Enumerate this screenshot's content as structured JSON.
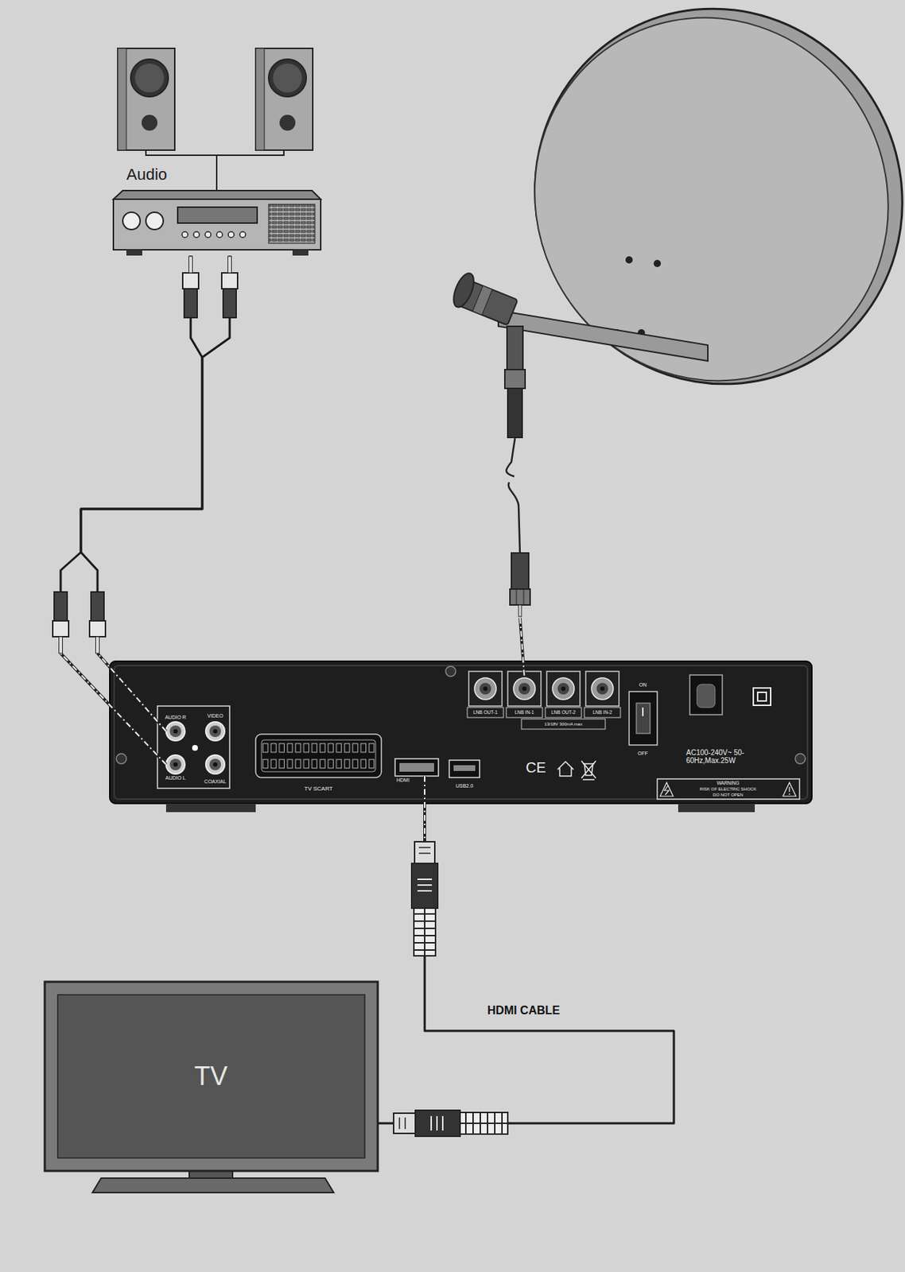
{
  "diagram": {
    "nodes": [
      {
        "text": [
          "Audio"
        ]
      },
      {
        "text": [
          "AC100-240V~ 50-60Hz,Max.25W"
        ]
      },
      {
        "text": [
          "AUDIO R"
        ],
        "in": 1
      },
      {
        "text": [
          "AUDIO L"
        ],
        "in": 1
      },
      {
        "text": [
          "HDMI"
        ],
        "in": 1
      },
      {
        "text": [
          "TV"
        ]
      }
    ],
    "edges": [
      {
        "from": 2,
        "to": 0,
        "arrow": "none"
      },
      {
        "from": 3,
        "to": 0,
        "arrow": "none"
      },
      {
        "from": 4,
        "to": 5,
        "arrow": "none",
        "label": "HDMI CABLE"
      }
    ],
    "labels": [
      "VIDEO",
      "COAXIAL",
      "TV SCART",
      "USB2.0",
      "LNB OUT-1",
      "LNB IN-1",
      "LNB OUT-2",
      "LNB IN-2",
      "13/18V 300mA max",
      "ON",
      "OFF",
      "CE",
      "WARNING",
      "RISK OF ELECTRIC SHOCK",
      "DO NOT OPEN"
    ]
  }
}
